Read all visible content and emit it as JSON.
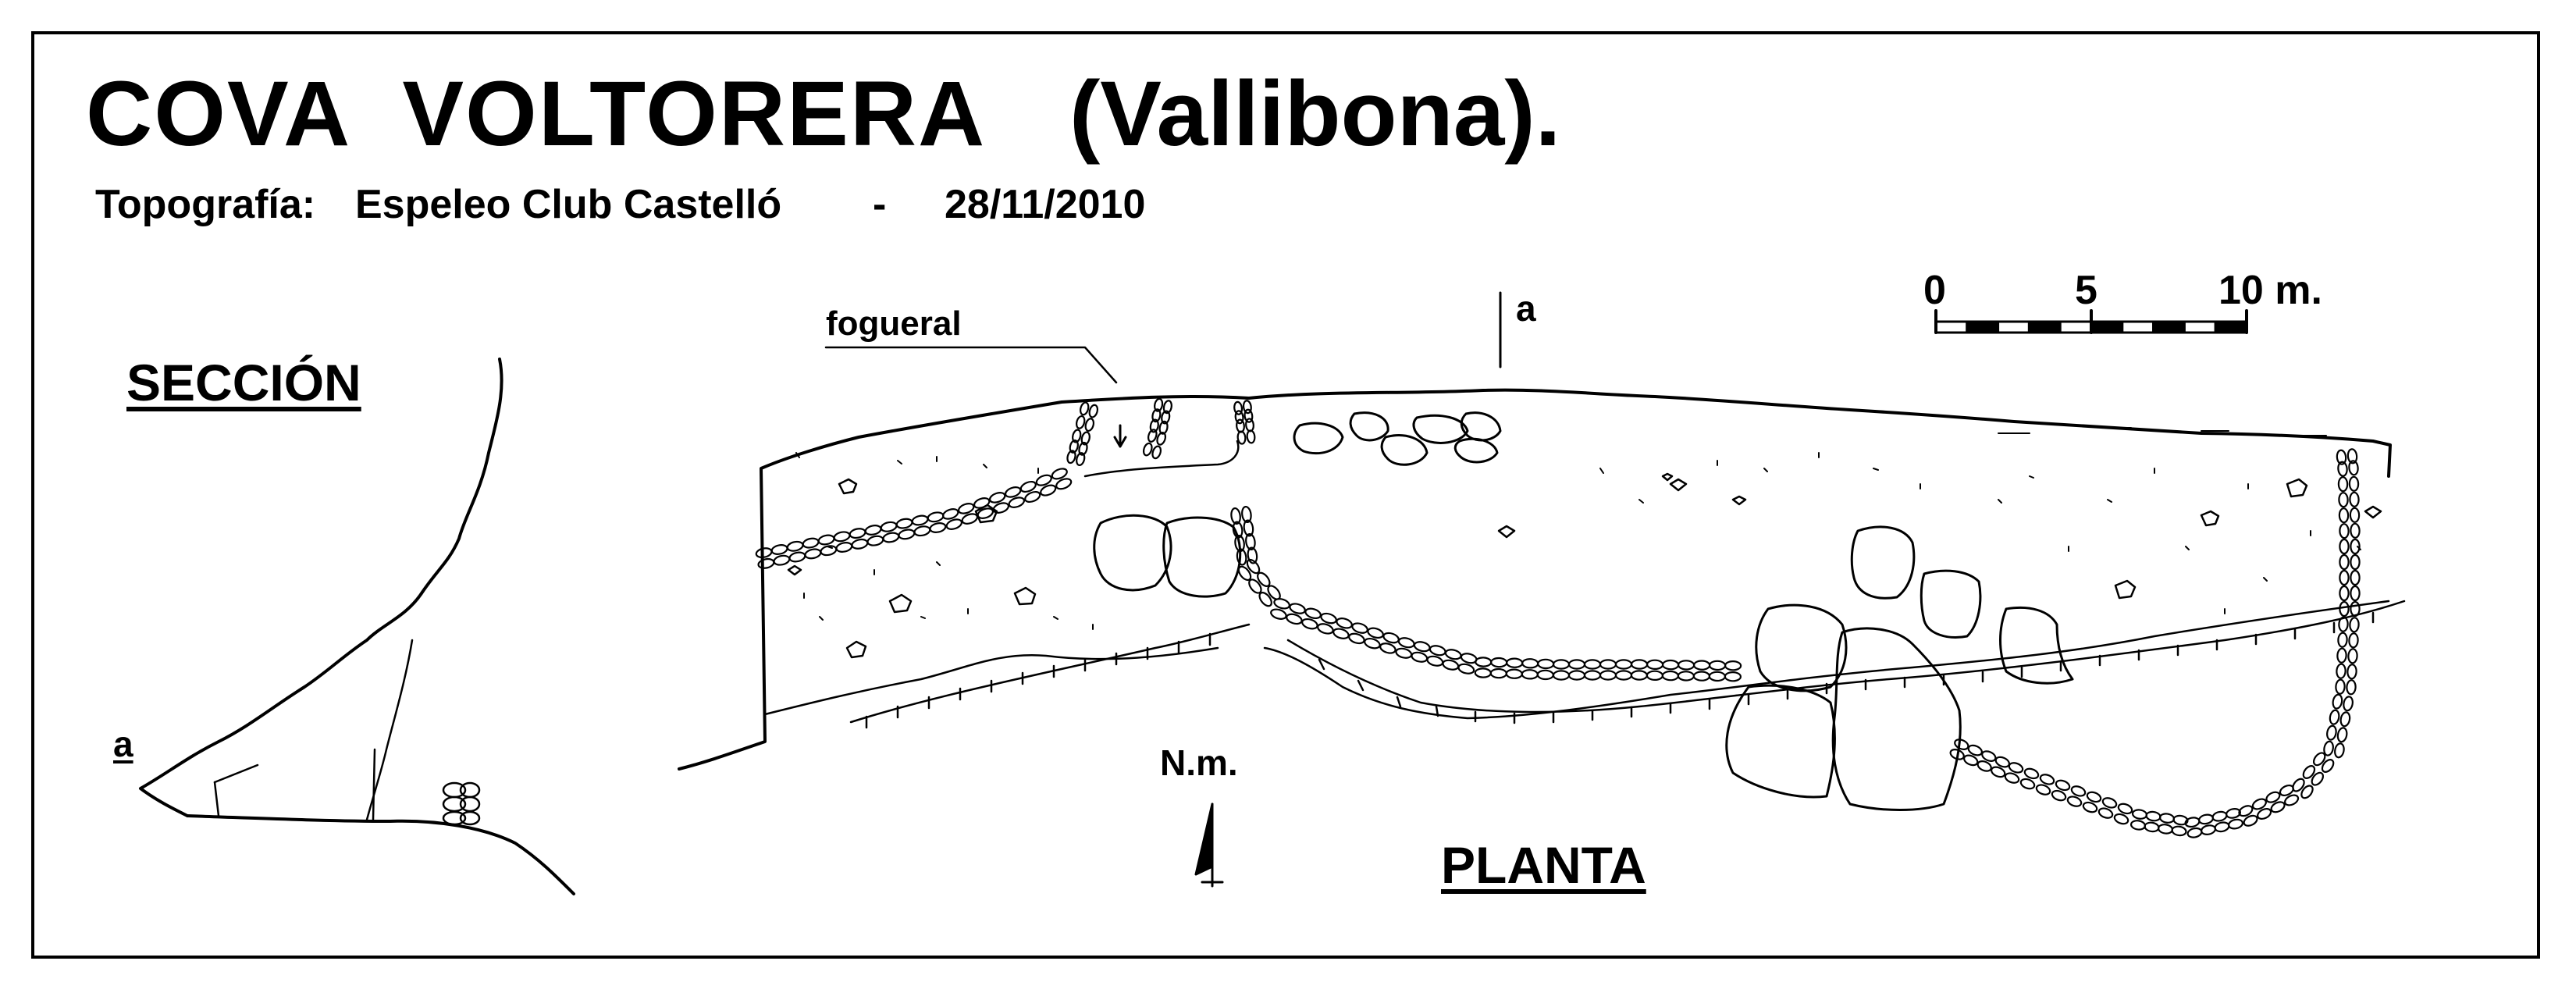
{
  "title": "COVA  VOLTORERA",
  "location": "(Vallibona).",
  "credit": {
    "label": "Topografía:",
    "club": "Espeleo Club Castelló",
    "dash": "-",
    "date": "28/11/2010"
  },
  "section": {
    "title": "SECCIÓN",
    "marker": "a"
  },
  "plan": {
    "title": "PLANTA",
    "marker": "a",
    "fogueral_label": "fogueral"
  },
  "north_label": "N.m.",
  "scale": {
    "labels": [
      "0",
      "5",
      "10 m."
    ],
    "max_m": 10,
    "segments": 10
  }
}
